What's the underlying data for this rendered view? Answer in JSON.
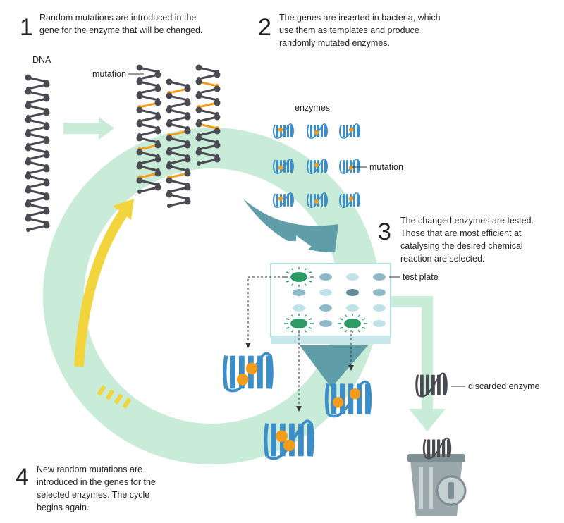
{
  "steps": [
    {
      "number": "1",
      "text": "Random mutations are introduced in the gene for the enzyme that  will be changed."
    },
    {
      "number": "2",
      "text": "The genes are inserted in bacteria, which use them as templates and produce randomly mutated enzymes."
    },
    {
      "number": "3",
      "text": "The changed enzymes are tested. Those that are most efficient at catalysing the desired chemical reaction are selected."
    },
    {
      "number": "4",
      "text": "New random mutations are introduced in the genes for the selected enzymes. The cycle begins again."
    }
  ],
  "labels": {
    "dna": "DNA",
    "mutation_dna": "mutation",
    "enzymes": "enzymes",
    "mutation_enzyme": "mutation",
    "test_plate": "test plate",
    "discarded_enzyme": "discarded enzyme"
  },
  "colors": {
    "cycle_ring": "#c8ecd8",
    "dna_dark": "#4a4a52",
    "mutation_orange": "#f39c1b",
    "enzyme_blue": "#3b8ec8",
    "teal": "#5f9ea8",
    "selected_green": "#2e9b66",
    "yellow_arrow": "#f2d53c",
    "bin_gray": "#9aa8ac"
  },
  "test_plate": {
    "rows": [
      [
        "selected",
        "#8fb8c8",
        "#bfe2e8",
        "#8fb8c8"
      ],
      [
        "#8fb8c8",
        "#bfe2e8",
        "#5f8a96",
        "#8fb8c8"
      ],
      [
        "#bfe2e8",
        "#8fb8c8",
        "#bfe2e8",
        "#bfe2e8"
      ],
      [
        "selected",
        "#8fb8c8",
        "selected",
        "#bfe2e8"
      ]
    ]
  }
}
